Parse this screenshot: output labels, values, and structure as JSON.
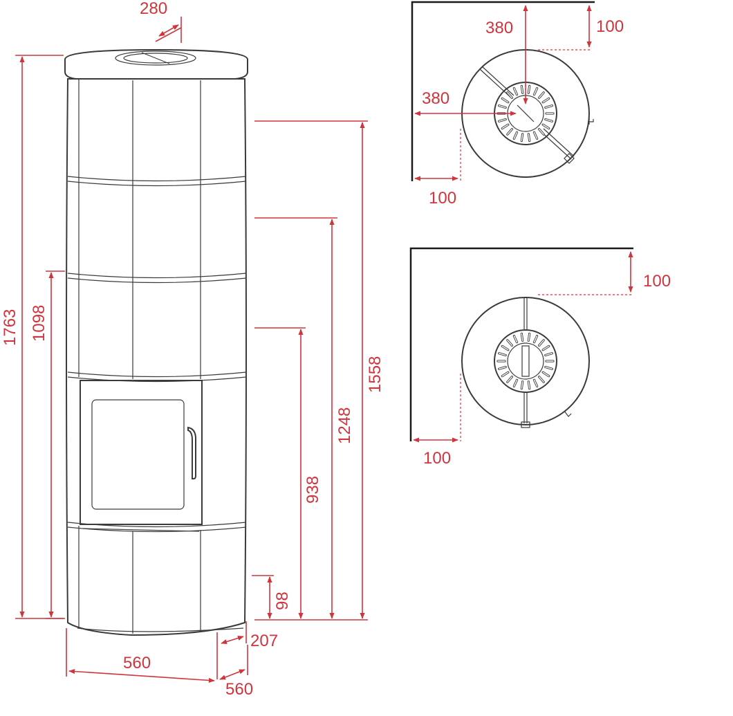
{
  "colors": {
    "dimension": "#d0343c",
    "outline": "#3a3a3a",
    "wall": "#1a1a1a"
  },
  "front_view": {
    "flue_diameter": "280",
    "total_height": "1763",
    "rear_flue_height": "1098",
    "top_flue_height": "1558",
    "connection_1248": "1248",
    "connection_938": "938",
    "air_inlet_height": "98",
    "depth_offset": "207",
    "width": "560",
    "depth": "560"
  },
  "plan_corner": {
    "flue_from_back_wall": "380",
    "flue_from_side_wall": "380",
    "clearance_back": "100",
    "clearance_side": "100"
  },
  "plan_wall": {
    "clearance_back": "100",
    "clearance_side": "100"
  }
}
